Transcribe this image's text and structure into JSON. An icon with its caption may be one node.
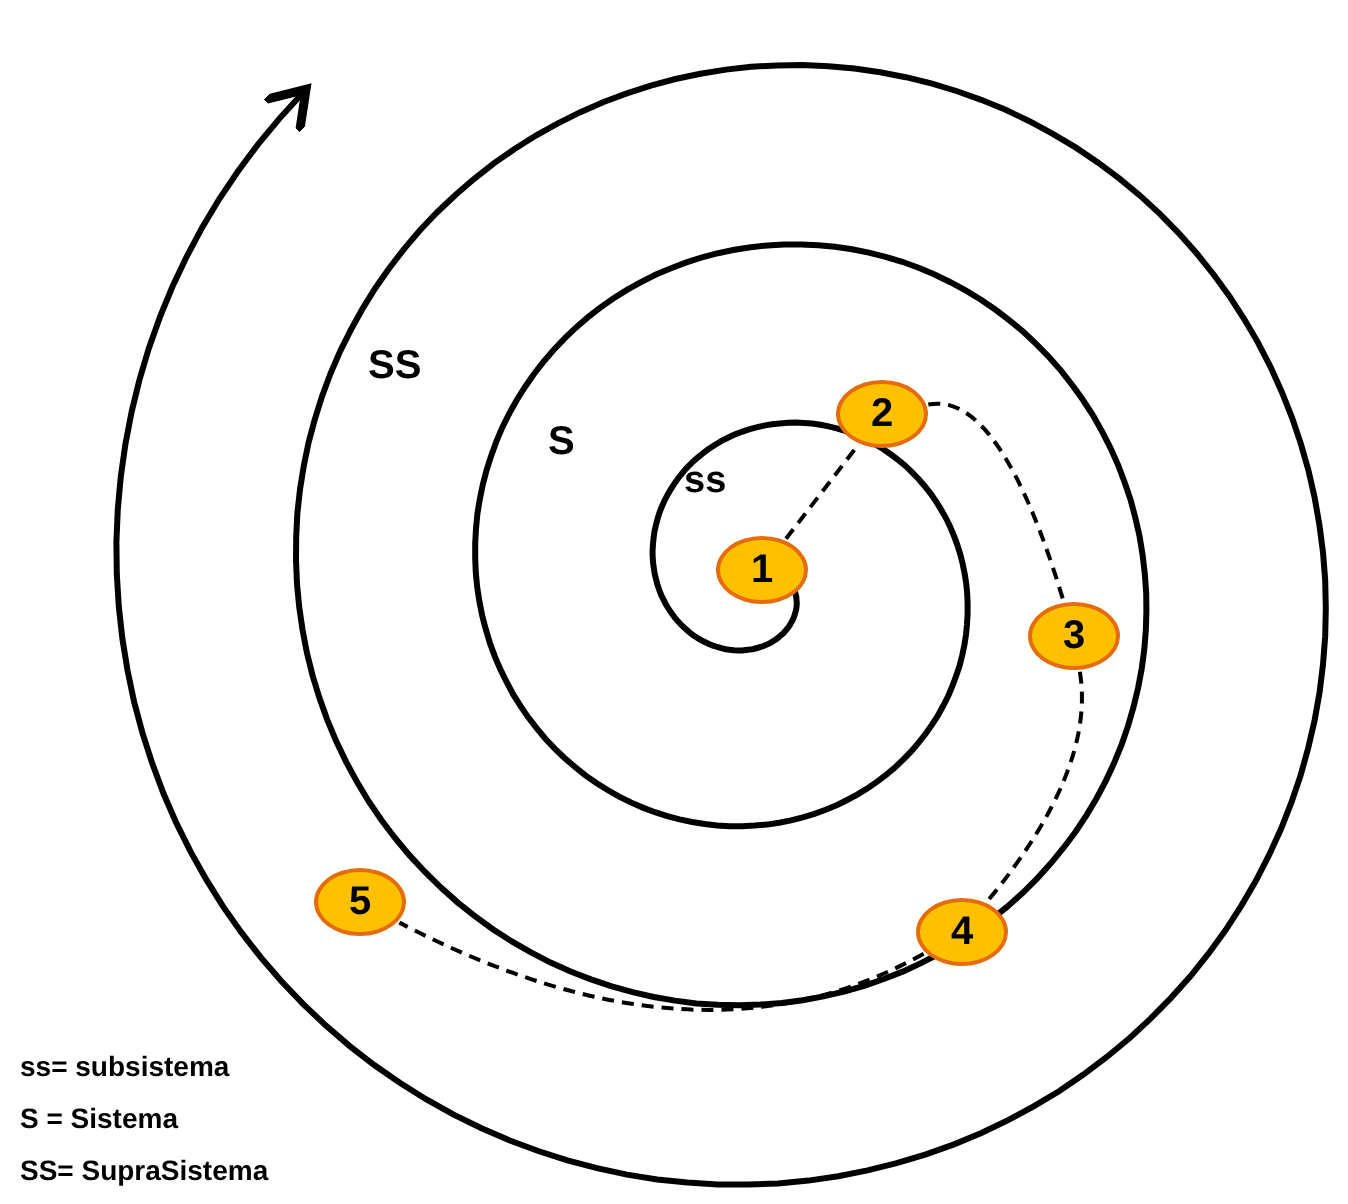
{
  "diagram": {
    "nodes": [
      {
        "text": [
          "1"
        ]
      },
      {
        "text": [
          "2"
        ]
      },
      {
        "text": [
          "3"
        ]
      },
      {
        "text": [
          "4"
        ]
      },
      {
        "text": [
          "5"
        ]
      }
    ],
    "edges": [
      {
        "from": 0,
        "to": 1,
        "arrow": "none",
        "style": "dashed"
      },
      {
        "from": 1,
        "to": 2,
        "arrow": "none",
        "style": "dashed"
      },
      {
        "from": 2,
        "to": 3,
        "arrow": "none",
        "style": "dashed"
      },
      {
        "from": 3,
        "to": 4,
        "arrow": "none",
        "style": "dashed"
      }
    ],
    "labels": [
      "SS",
      "S",
      "ss",
      "ss= subsistema",
      "S = Sistema",
      "SS= SupraSistema"
    ]
  }
}
